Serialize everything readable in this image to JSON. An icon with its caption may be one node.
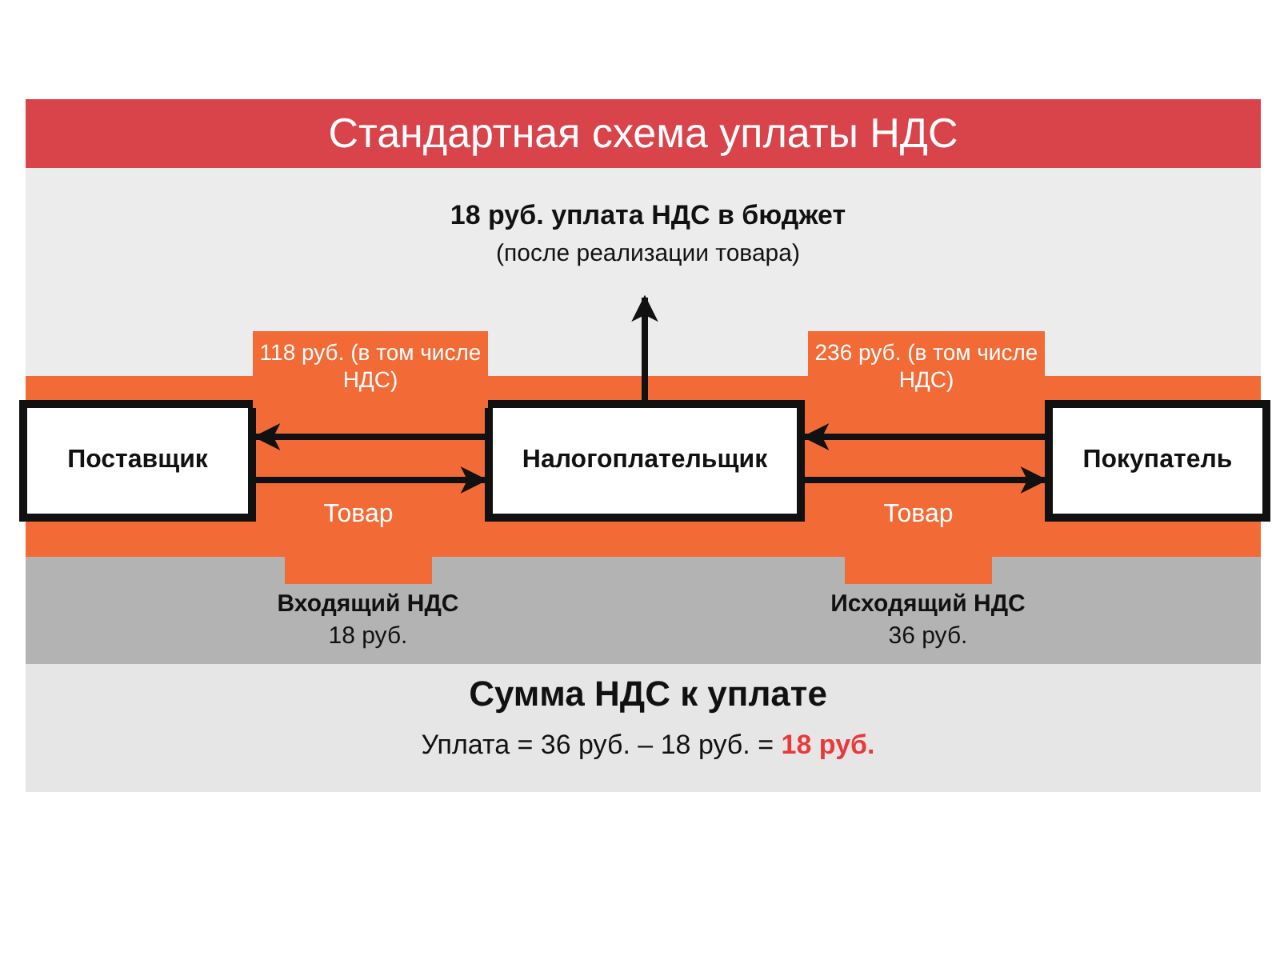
{
  "diagram": {
    "title": "Стандартная схема уплаты НДС",
    "nodes": [
      {
        "text": [
          "Поставщик"
        ]
      },
      {
        "text": [
          "Налогоплательщик"
        ]
      },
      {
        "text": [
          "Покупатель"
        ]
      },
      {
        "text": [
          "18 руб. уплата НДС в бюджет",
          "(после реализации товара)"
        ]
      }
    ],
    "edges": [
      {
        "from": 1,
        "to": 0,
        "arrow": "to",
        "label": "118 руб. (в том числе НДС)"
      },
      {
        "from": 0,
        "to": 1,
        "arrow": "to",
        "label": "Товар"
      },
      {
        "from": 2,
        "to": 1,
        "arrow": "to",
        "label": "236 руб. (в том числе НДС)"
      },
      {
        "from": 1,
        "to": 2,
        "arrow": "to",
        "label": "Товар"
      },
      {
        "from": 1,
        "to": 3,
        "arrow": "to"
      }
    ],
    "labels": [
      "Входящий НДС",
      "18 руб.",
      "Исходящий НДС",
      "36 руб.",
      "Сумма НДС к уплате",
      "Уплата = 36 руб. – 18 руб. = **18 руб.**"
    ]
  }
}
